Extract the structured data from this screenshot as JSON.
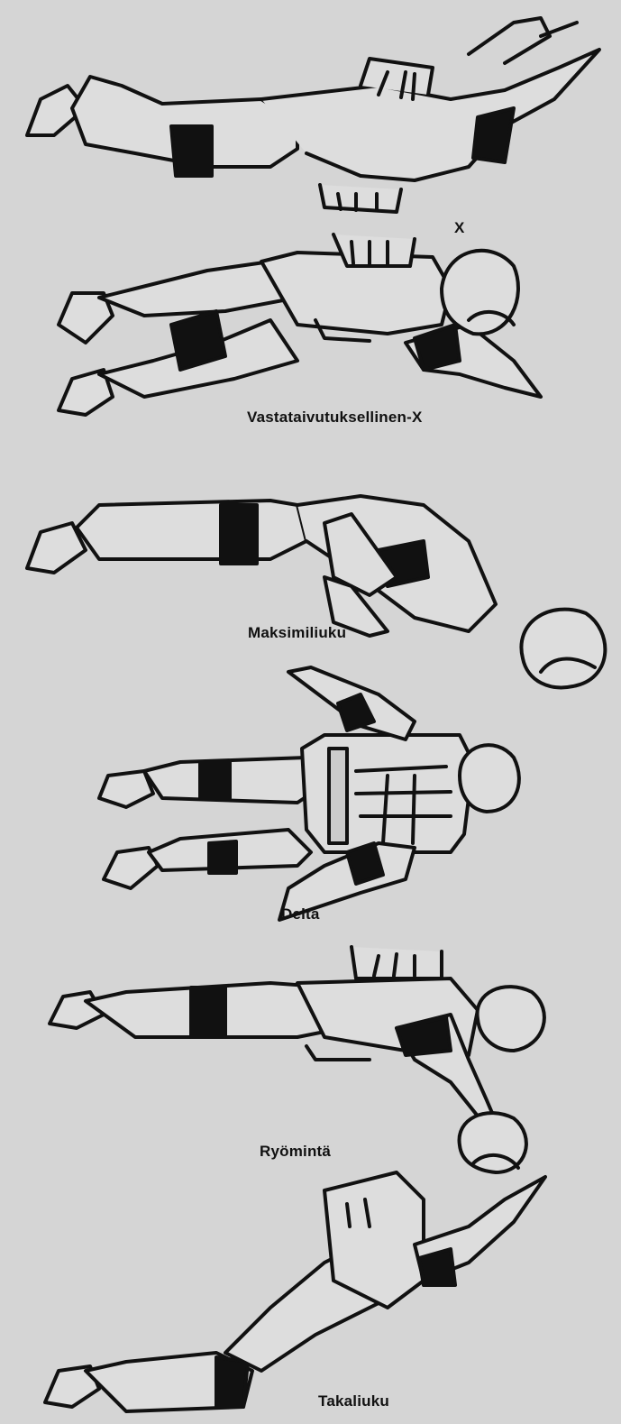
{
  "labels": {
    "x": "X",
    "counter_arch_x": "Vastataivutuksellinen-X",
    "max_track": "Maksimiliuku",
    "delta": "Delta",
    "creep": "Ryömintä",
    "back_track": "Takaliuku"
  },
  "colors": {
    "background": "#d5d5d5",
    "ink": "#111111",
    "body_fill": "#d9d9d9"
  },
  "figures": [
    "x-position",
    "counter-arch-x-position",
    "max-track-position",
    "delta-position",
    "creep-position",
    "back-track-position"
  ]
}
